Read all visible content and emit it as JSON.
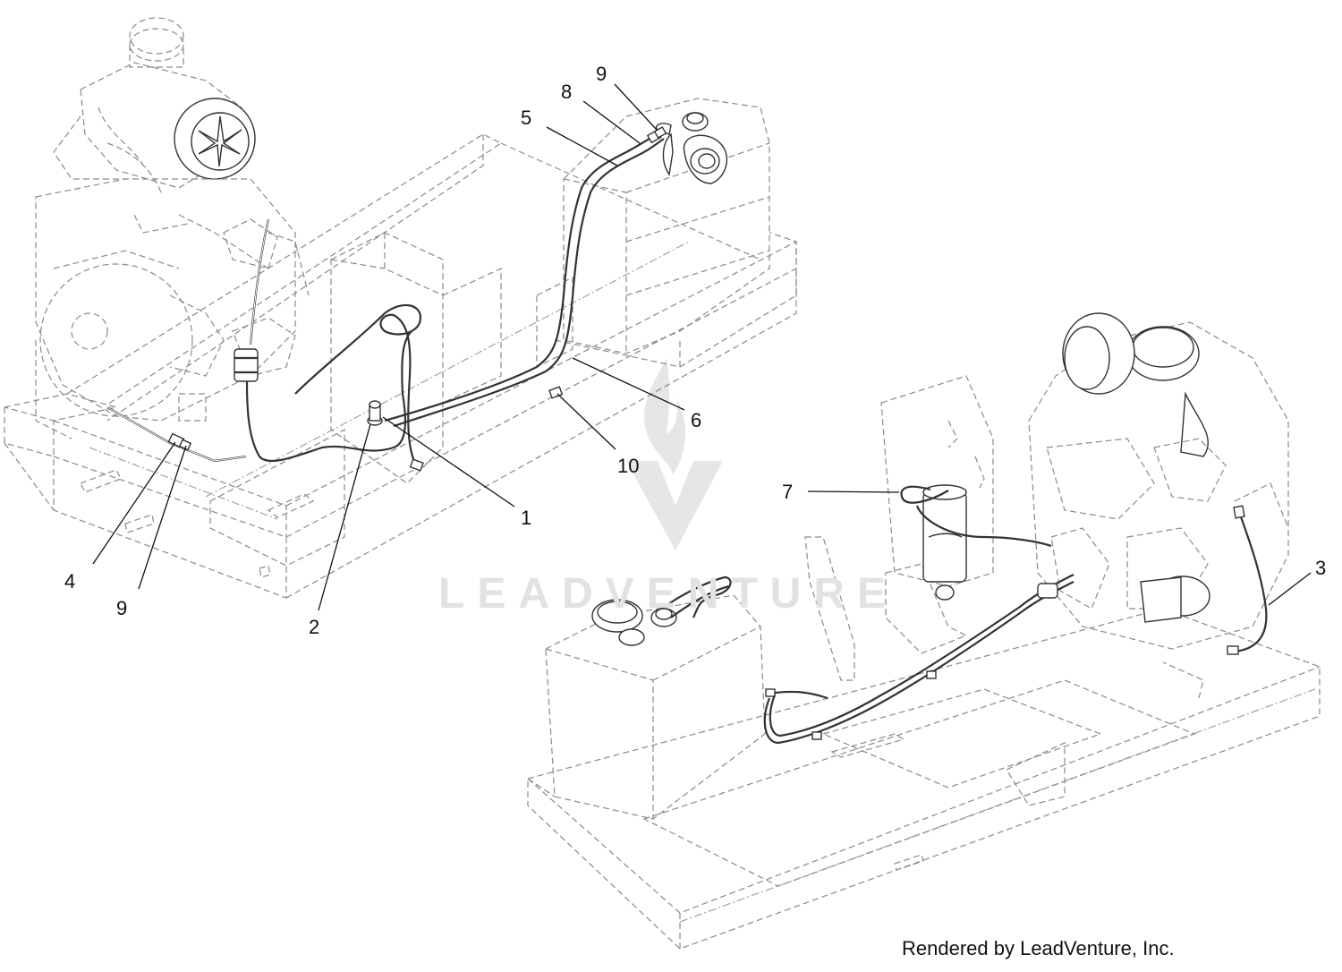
{
  "watermark": {
    "brand_text": "LEADVENTURE"
  },
  "credit": "Rendered by LeadVenture, Inc.",
  "callouts": [
    {
      "id": "c1",
      "label": "1"
    },
    {
      "id": "c2",
      "label": "2"
    },
    {
      "id": "c3",
      "label": "3"
    },
    {
      "id": "c4",
      "label": "4"
    },
    {
      "id": "c5",
      "label": "5"
    },
    {
      "id": "c6",
      "label": "6"
    },
    {
      "id": "c7",
      "label": "7"
    },
    {
      "id": "c8",
      "label": "8"
    },
    {
      "id": "c9a",
      "label": "9"
    },
    {
      "id": "c9b",
      "label": "9"
    },
    {
      "id": "c10",
      "label": "10"
    }
  ]
}
